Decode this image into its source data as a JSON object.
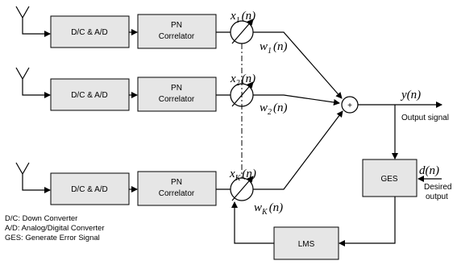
{
  "blocks": {
    "dc_ad": "D/C & A/D",
    "pn_line1": "PN",
    "pn_line2": "Correlator",
    "ges": "GES",
    "lms": "LMS",
    "sum": "+"
  },
  "signals": {
    "x1": "x",
    "x1_sub": "1",
    "x1_arg": "(n)",
    "x2": "x",
    "x2_sub": "2",
    "x2_arg": "(n)",
    "xk": "x",
    "xk_sub": "K",
    "xk_arg": "(n)",
    "w1": "w",
    "w1_sub": "1",
    "w1_arg": "(n)",
    "w2": "w",
    "w2_sub": "2",
    "w2_arg": "(n)",
    "wk": "w",
    "wk_sub": "K",
    "wk_arg": "(n)",
    "y": "y(n)",
    "d": "d(n)"
  },
  "annotations": {
    "output_signal": "Output signal",
    "desired_line1": "Desired",
    "desired_line2": "output"
  },
  "legend": [
    "D/C:  Down Converter",
    "A/D:  Analog/Digital Converter",
    "GES:  Generate Error Signal"
  ]
}
